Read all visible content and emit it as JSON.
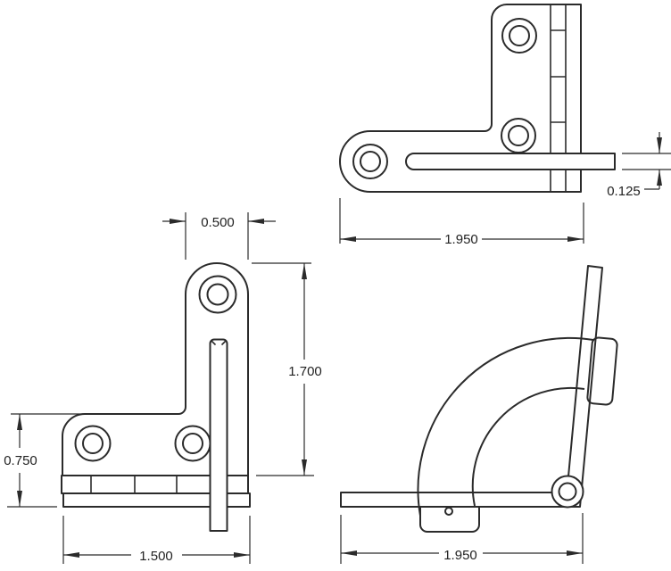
{
  "drawing": {
    "type": "engineering-drawing",
    "subject": "hinge bracket, three orthographic/motion views",
    "colors": {
      "line": "#2b2b2b",
      "background": "#ffffff",
      "text": "#222222"
    },
    "views": {
      "top": {
        "label": "top-view",
        "dim_width": "1.950",
        "dim_pin_thickness": "0.125"
      },
      "front": {
        "label": "front-view",
        "dim_arm_width": "0.500",
        "dim_height": "1.700",
        "dim_base_height": "0.750",
        "dim_base_width": "1.500"
      },
      "side": {
        "label": "side-motion-view",
        "dim_width": "1.950"
      }
    }
  }
}
